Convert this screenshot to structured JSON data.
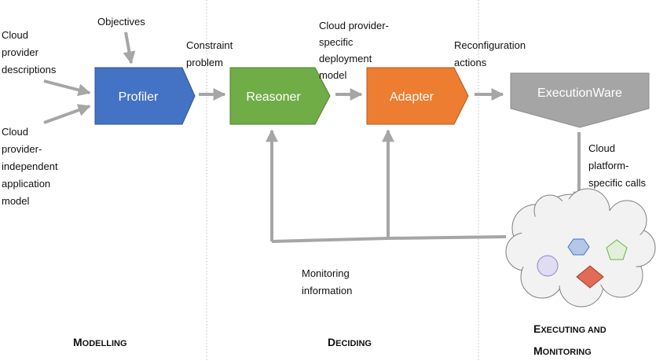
{
  "colors": {
    "arrow": "#a6a6a6",
    "divider": "#bfbfbf",
    "profiler": "#4472c4",
    "reasoner": "#70ad47",
    "adapter": "#ed7d31",
    "executionware": "#a5a5a5",
    "cloud_fill": "#f2f2f2",
    "cloud_stroke": "#7f7f7f"
  },
  "nodes": {
    "profiler": "Profiler",
    "reasoner": "Reasoner",
    "adapter": "Adapter",
    "executionware": "ExecutionWare"
  },
  "inputs": {
    "objectives": "Objectives",
    "provider_descriptions": [
      "Cloud",
      "provider",
      "descriptions"
    ],
    "independent_model": [
      "Cloud",
      "provider-",
      "independent",
      "application",
      "model"
    ]
  },
  "edge_labels": {
    "constraint_problem": [
      "Constraint",
      "problem"
    ],
    "deployment_model": [
      "Cloud provider-",
      "specific",
      "deployment",
      "model"
    ],
    "reconfiguration": [
      "Reconfiguration",
      "actions"
    ],
    "platform_calls": [
      "Cloud",
      "platform-",
      "specific calls"
    ],
    "monitoring": [
      "Monitoring",
      "information"
    ]
  },
  "phases": {
    "modelling": {
      "initial": "M",
      "rest": "ODELLING"
    },
    "deciding": {
      "initial": "D",
      "rest": "ECIDING"
    },
    "executing": {
      "initial": "E",
      "rest": "XECUTING AND"
    },
    "monitoring": {
      "initial": "M",
      "rest": "ONITORING"
    }
  },
  "cloud_shapes": [
    "hexagon",
    "pentagon",
    "circle",
    "diamond"
  ]
}
